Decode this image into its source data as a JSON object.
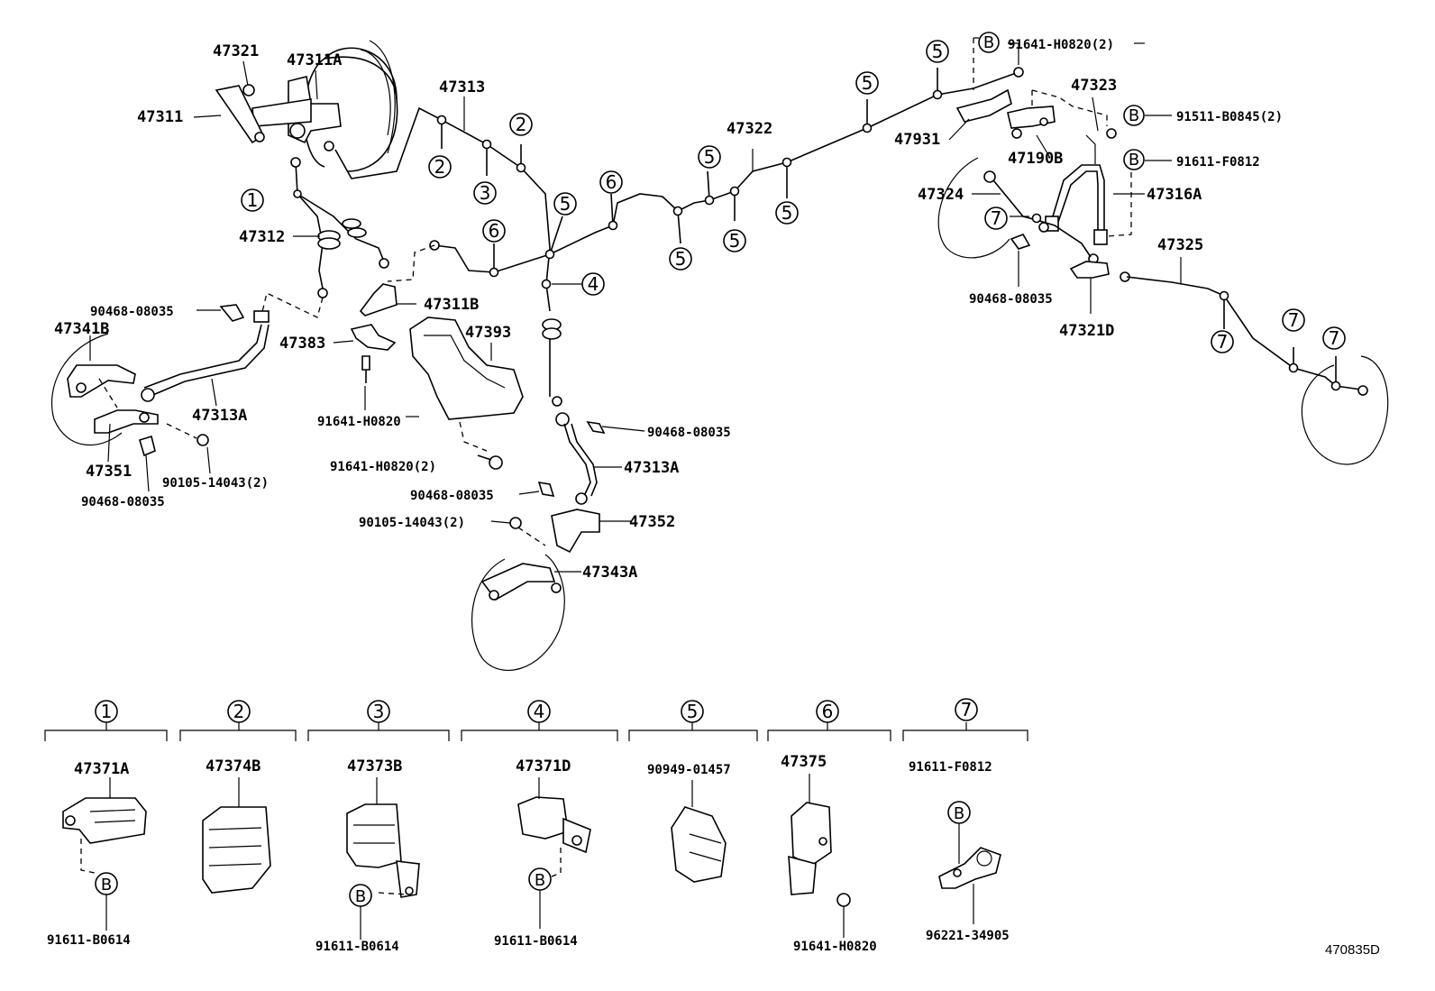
{
  "diagram_id": "470835D",
  "callouts": [
    "1",
    "2",
    "3",
    "4",
    "5",
    "6",
    "7"
  ],
  "bolt_letter": "B",
  "labels": {
    "p47321": "47321",
    "p47311A": "47311A",
    "p47311": "47311",
    "p47313": "47313",
    "p47312": "47312",
    "p47311B": "47311B",
    "p47383": "47383",
    "p47393": "47393",
    "p47341B": "47341B",
    "p47313A_left": "47313A",
    "p47351": "47351",
    "p47313A_mid": "47313A",
    "p47352": "47352",
    "p47343A": "47343A",
    "p47322": "47322",
    "p47931": "47931",
    "p47323": "47323",
    "p47190B": "47190B",
    "p47324": "47324",
    "p47316A": "47316A",
    "p47325": "47325",
    "p47321D": "47321D",
    "clip_left_top": "90468-08035",
    "clip_left_bottom": "90468-08035",
    "bolt_left": "90105-14043(2)",
    "bolt_47383": "91641-H0820",
    "bolt_47393": "91641-H0820(2)",
    "clip_mid_1": "90468-08035",
    "clip_mid_2": "90468-08035",
    "bolt_mid": "90105-14043(2)",
    "clip_right": "90468-08035",
    "b_top": "91641-H0820(2)",
    "b_mid": "91511-B0845(2)",
    "b_low": "91611-F0812"
  },
  "legend": [
    {
      "num": "1",
      "part": "47371A",
      "bolt": "91611-B0614"
    },
    {
      "num": "2",
      "part": "47374B",
      "bolt": ""
    },
    {
      "num": "3",
      "part": "47373B",
      "bolt": "91611-B0614"
    },
    {
      "num": "4",
      "part": "47371D",
      "bolt": "91611-B0614"
    },
    {
      "num": "5",
      "part": "90949-01457",
      "bolt": ""
    },
    {
      "num": "6",
      "part": "47375",
      "bolt": "91641-H0820"
    },
    {
      "num": "7",
      "part": "91611-F0812",
      "bolt": "96221-34905"
    }
  ]
}
